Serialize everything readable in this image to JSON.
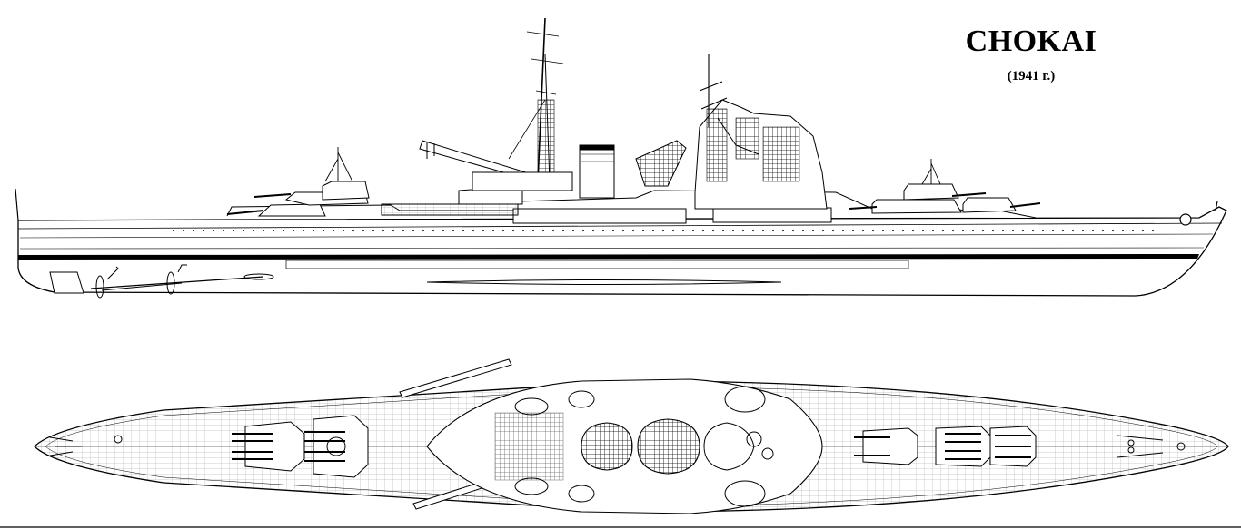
{
  "header": {
    "title": "CHOKAI",
    "subtitle": "(1941 г.)"
  },
  "colors": {
    "ink": "#000000",
    "paper": "#ffffff",
    "deck_hatch": "#9a9a9a"
  },
  "views": {
    "profile": "side-elevation",
    "plan": "deck-plan"
  }
}
